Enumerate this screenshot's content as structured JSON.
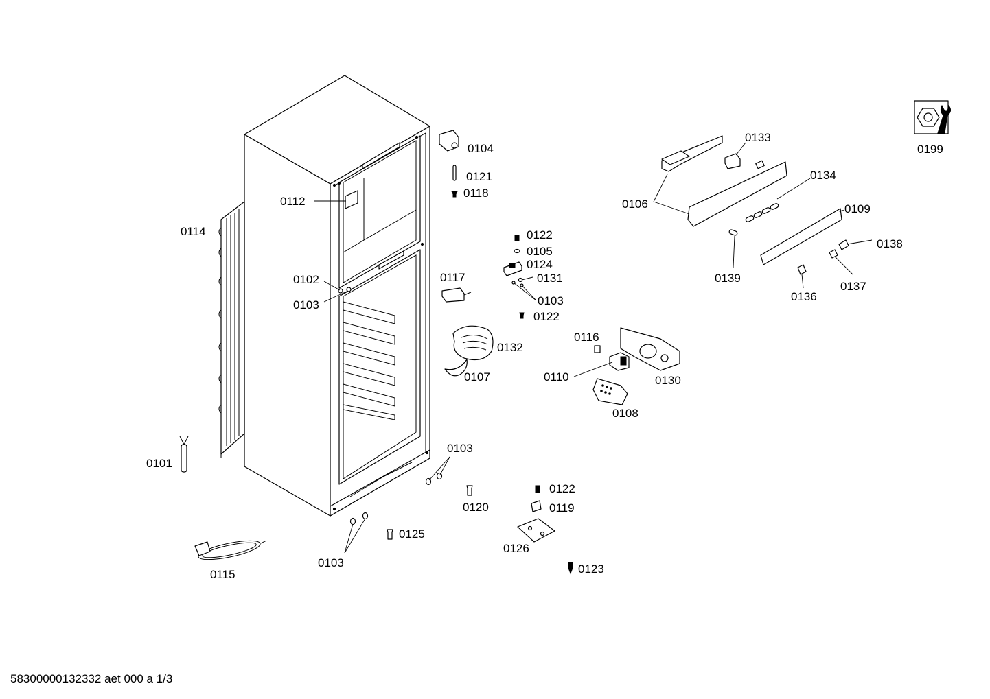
{
  "footer_text": "58300000132332 aet 000 a 1/3",
  "labels": {
    "p0104": "0104",
    "p0121": "0121",
    "p0118": "0118",
    "p0112": "0112",
    "p0114": "0114",
    "p0102": "0102",
    "p0103a": "0103",
    "p0117": "0117",
    "p0122a": "0122",
    "p0105": "0105",
    "p0124": "0124",
    "p0131": "0131",
    "p0103b": "0103",
    "p0122b": "0122",
    "p0132": "0132",
    "p0107": "0107",
    "p0116": "0116",
    "p0110": "0110",
    "p0130": "0130",
    "p0108": "0108",
    "p0101": "0101",
    "p0103c": "0103",
    "p0120": "0120",
    "p0122c": "0122",
    "p0119": "0119",
    "p0125": "0125",
    "p0126": "0126",
    "p0103d": "0103",
    "p0123": "0123",
    "p0115": "0115",
    "p0133": "0133",
    "p0134": "0134",
    "p0106": "0106",
    "p0109": "0109",
    "p0138": "0138",
    "p0139": "0139",
    "p0137": "0137",
    "p0136": "0136",
    "p0199": "0199"
  },
  "icons": {
    "service_kit": "wrench-nut-icon"
  }
}
